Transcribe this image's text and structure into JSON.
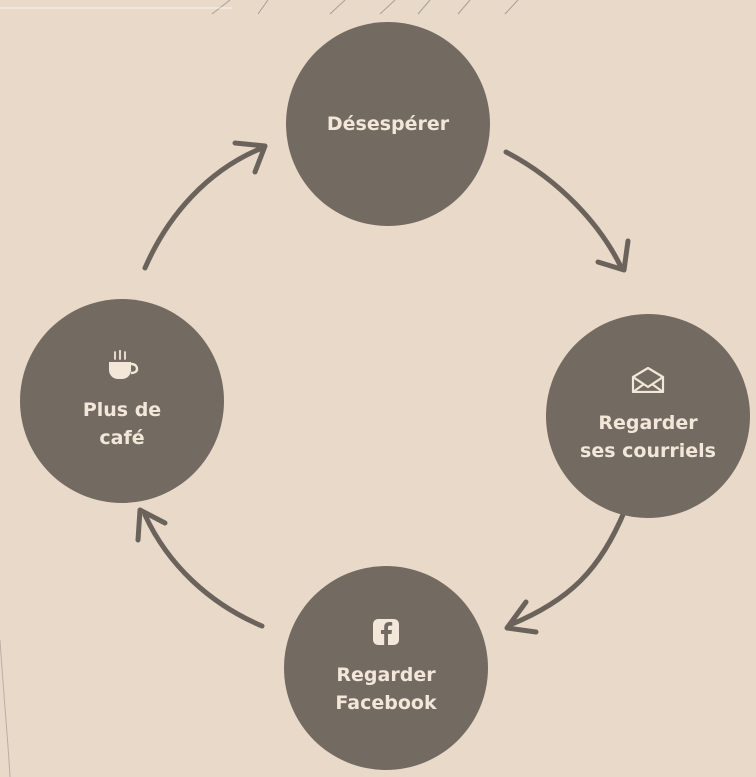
{
  "nodes": {
    "top": {
      "label": "Désespérer"
    },
    "right": {
      "line1": "Regarder",
      "line2": "ses courriels",
      "icon": "envelope-icon"
    },
    "bottom": {
      "line1": "Regarder",
      "line2": "Facebook",
      "icon": "facebook-icon"
    },
    "left": {
      "line1": "Plus de",
      "line2": "café",
      "icon": "coffee-cup-icon"
    }
  },
  "colors": {
    "background": "#e8d9c9",
    "node": "#736a61",
    "text": "#f3e7da",
    "arrow": "#6b635b"
  }
}
